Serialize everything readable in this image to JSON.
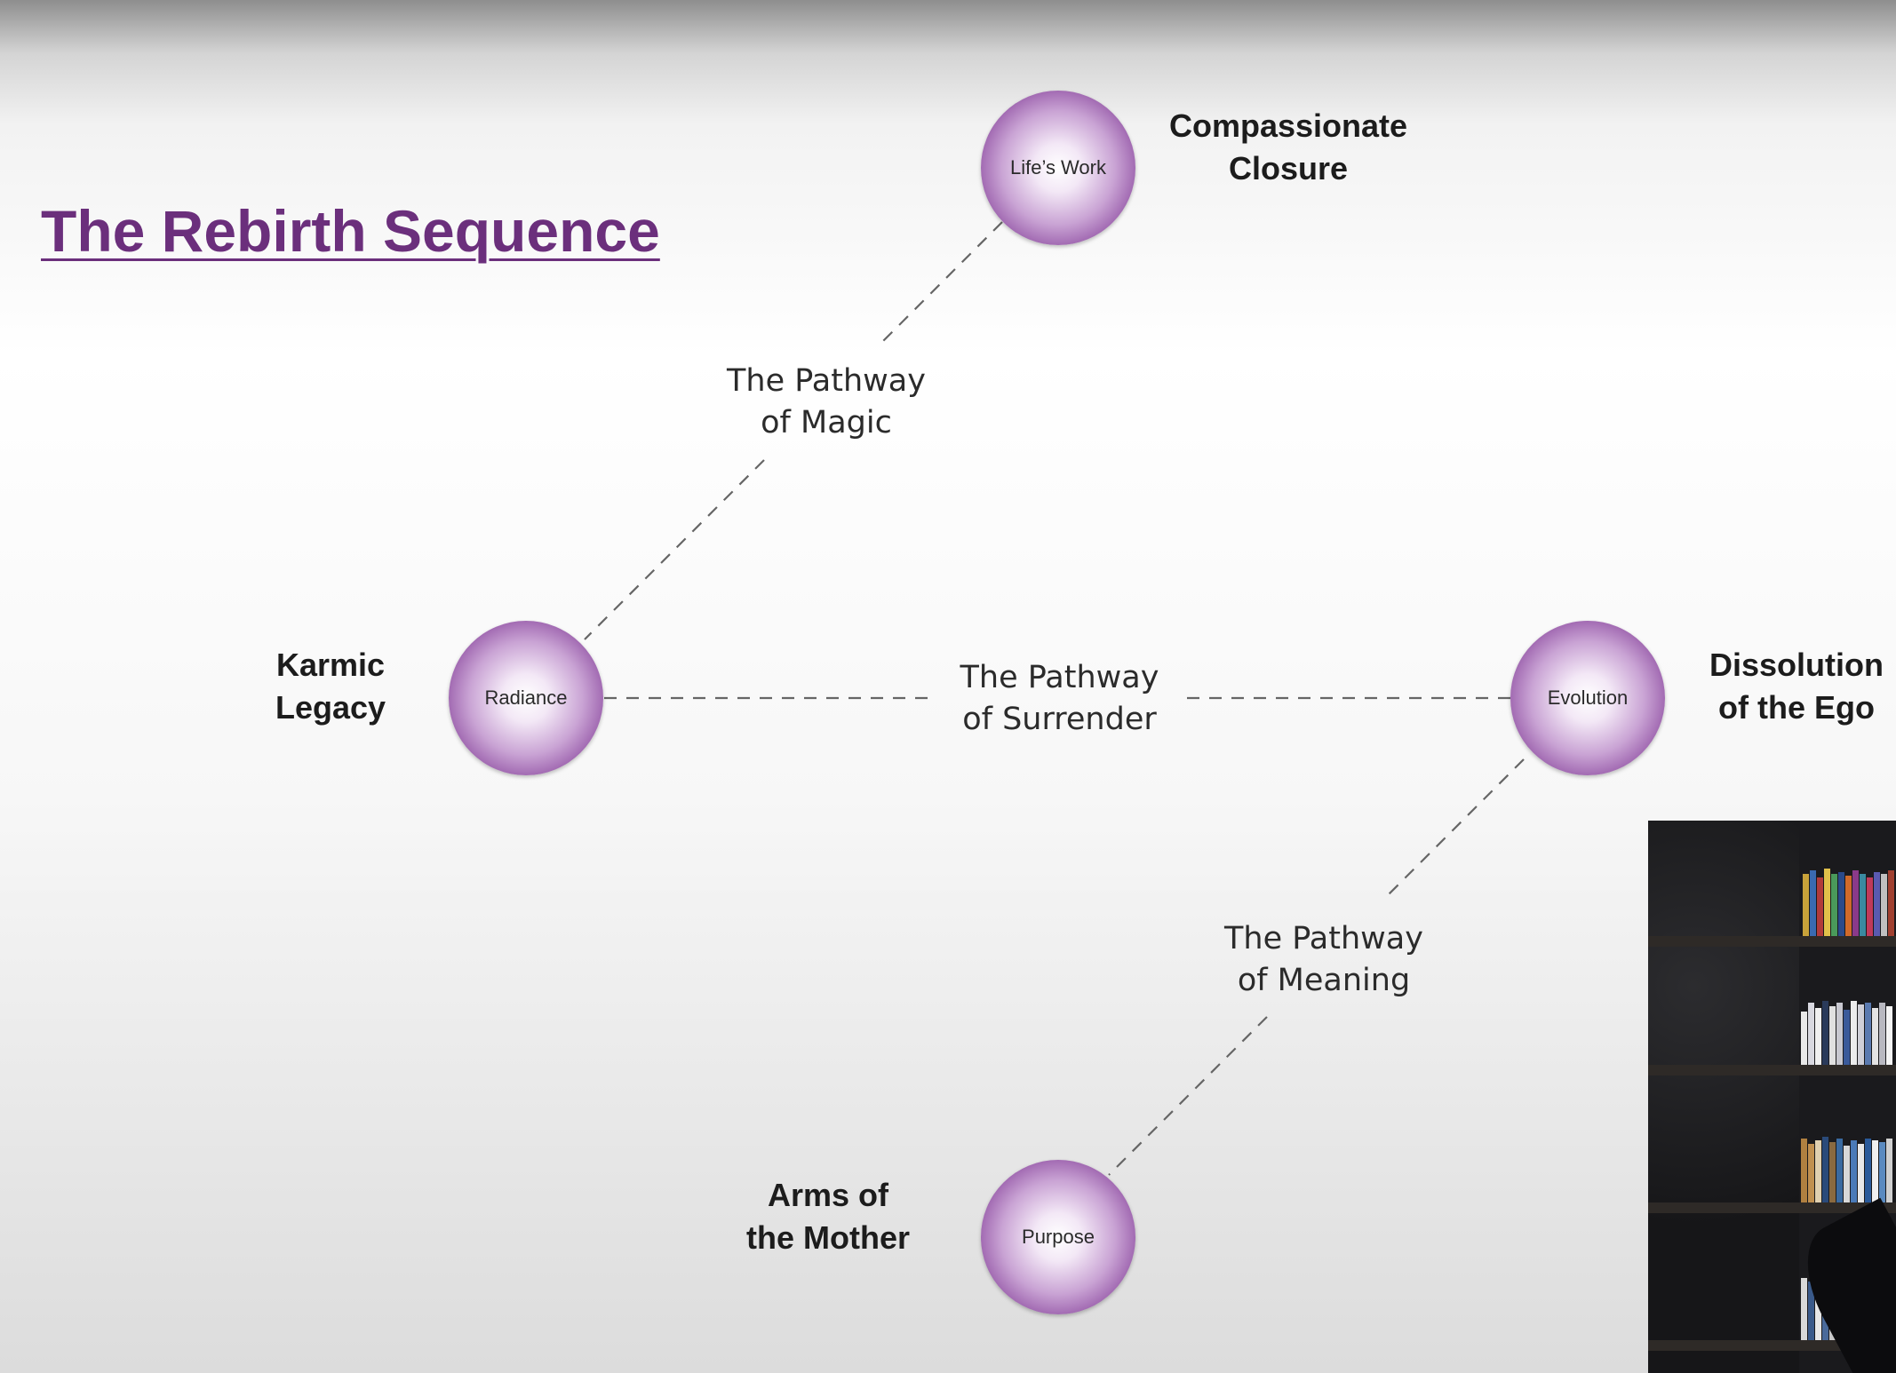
{
  "title": "The Rebirth Sequence",
  "nodes": {
    "top": {
      "name": "Life’s Work",
      "label": [
        "Compassionate",
        "Closure"
      ]
    },
    "left": {
      "name": "Radiance",
      "label": [
        "Karmic",
        "Legacy"
      ]
    },
    "right": {
      "name": "Evolution",
      "label": [
        "Dissolution",
        "of the Ego"
      ]
    },
    "bottom": {
      "name": "Purpose",
      "label": [
        "Arms of",
        "the Mother"
      ]
    }
  },
  "pathways": {
    "magic": [
      "The Pathway",
      "of Magic"
    ],
    "surrender": [
      "The Pathway",
      "of Surrender"
    ],
    "meaning": [
      "The Pathway",
      "of Meaning"
    ]
  },
  "colors": {
    "title": "#6b2f7c",
    "node_dark": "#6a2a7d",
    "node_mid": "#c9a3d4",
    "line": "#666666"
  },
  "video_thumbnail": {
    "icon": "speaker-video-thumbnail"
  }
}
